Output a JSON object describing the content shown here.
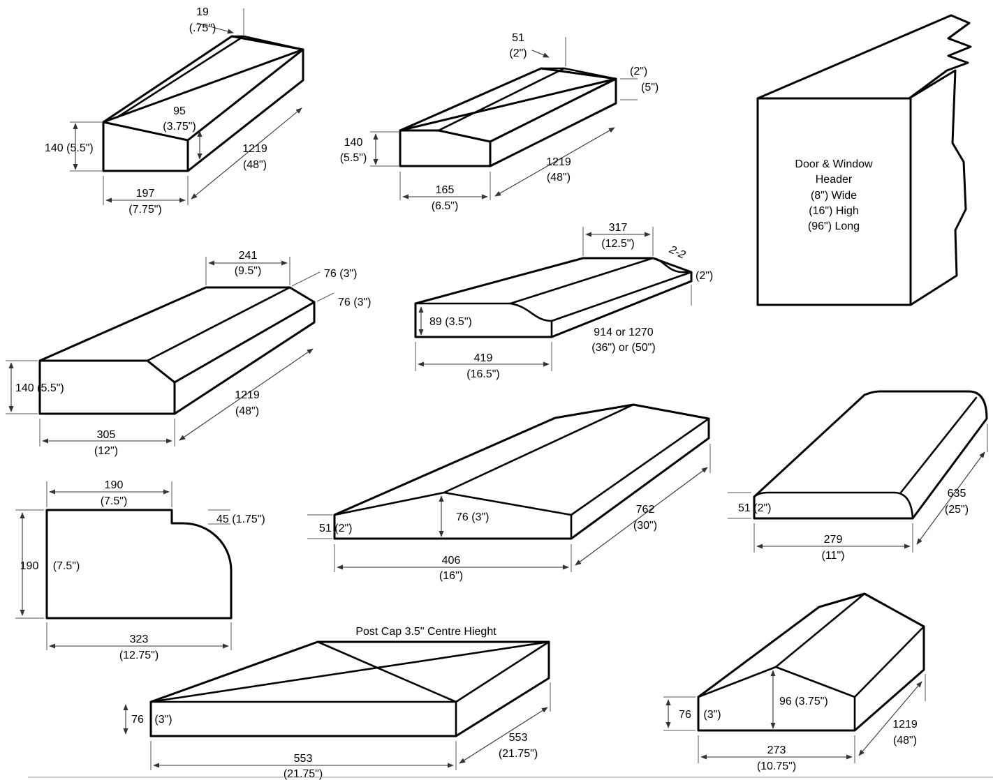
{
  "colors": {
    "ink": "#000000",
    "dimension_ink": "#333333",
    "paper": "#ffffff"
  },
  "p1": {
    "top_mm": "19",
    "top_in": "(.75\")",
    "slope_mm": "95",
    "slope_in": "(3.75\")",
    "height_label": "140 (5.5\")",
    "width_mm": "197",
    "width_in": "(7.75\")",
    "len_mm": "1219",
    "len_in": "(48\")"
  },
  "p2": {
    "top_mm": "51",
    "top_in": "(2\")",
    "side_a": "(2\")",
    "side_b": "(5\")",
    "height_mm": "140",
    "height_in": "(5.5\")",
    "width_mm": "165",
    "width_in": "(6.5\")",
    "len_mm": "1219",
    "len_in": "(48\")"
  },
  "p3": {
    "line1": "Door & Window",
    "line2": "Header",
    "line3": "(8\") Wide",
    "line4": "(16\") High",
    "line5": "(96\") Long"
  },
  "p4": {
    "top_mm": "241",
    "top_in": "(9.5\")",
    "bevel_a": "76  (3\")",
    "bevel_b": "76  (3\")",
    "height_label": "140 (5.5\")",
    "width_mm": "305",
    "width_in": "(12\")",
    "len_mm": "1219",
    "len_in": "(48\")"
  },
  "p5": {
    "top_mm": "317",
    "top_in": "(12.5\")",
    "section": "2-2",
    "edge_in": "(2\")",
    "height_label": "89  (3.5\")",
    "len_a": "914 or 1270",
    "len_b": "(36\") or (50\")",
    "width_mm": "419",
    "width_in": "(16.5\")"
  },
  "p6": {
    "top_mm": "190",
    "top_in": "(7.5\")",
    "step": "45 (1.75\")",
    "height_mm": "190",
    "height_in": "(7.5\")",
    "width_mm": "323",
    "width_in": "(12.75\")"
  },
  "p7": {
    "edge_label": "51 (2\")",
    "peak_label": "76 (3\")",
    "width_mm": "406",
    "width_in": "(16\")",
    "len_mm": "762",
    "len_in": "(30\")"
  },
  "p8": {
    "edge_label": "51 (2\")",
    "width_mm": "279",
    "width_in": "(11\")",
    "len_mm": "635",
    "len_in": "(25\")"
  },
  "p9": {
    "title": "Post Cap 3.5\" Centre Hieght",
    "height_mm": "76",
    "height_in": "(3\")",
    "width_mm": "553",
    "width_in": "(21.75\")",
    "depth_mm": "553",
    "depth_in": "(21.75\")"
  },
  "p10": {
    "height_mm": "76",
    "height_in": "(3\")",
    "peak_label": "96 (3.75\")",
    "width_mm": "273",
    "width_in": "(10.75\")",
    "len_mm": "1219",
    "len_in": "(48\")"
  }
}
